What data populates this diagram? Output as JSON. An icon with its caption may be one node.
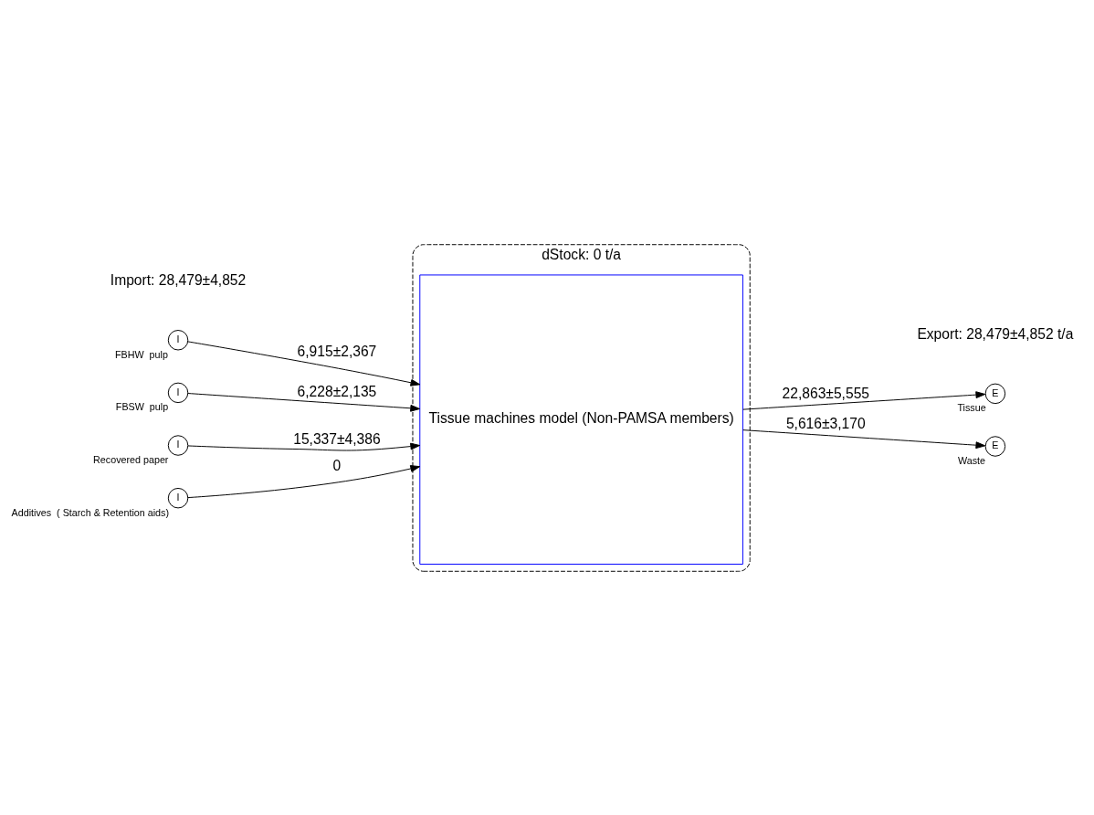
{
  "diagram": {
    "nodes": [
      {
        "text": [
          "dStock: 0 t/a"
        ]
      },
      {
        "text": [
          "Tissue machines model (Non-PAMSA members)"
        ],
        "in": 0
      },
      {
        "text": [
          "I"
        ],
        "beside": [
          "FBHW  pulp"
        ]
      },
      {
        "text": [
          "I"
        ],
        "beside": [
          "FBSW  pulp"
        ]
      },
      {
        "text": [
          "I"
        ],
        "beside": [
          "Recovered paper"
        ]
      },
      {
        "text": [
          "I"
        ],
        "beside": [
          "Additives  ( Starch & Retention aids)"
        ]
      },
      {
        "text": [
          "E"
        ],
        "beside": [
          "Tissue"
        ]
      },
      {
        "text": [
          "E"
        ],
        "beside": [
          "Waste"
        ]
      }
    ],
    "edges": [
      {
        "from": 2,
        "to": 1,
        "arrow": "to",
        "label": "6,915±2,367"
      },
      {
        "from": 3,
        "to": 1,
        "arrow": "to",
        "label": "6,228±2,135"
      },
      {
        "from": 4,
        "to": 1,
        "arrow": "to",
        "label": "15,337±4,386"
      },
      {
        "from": 5,
        "to": 1,
        "arrow": "to",
        "label": "0"
      },
      {
        "from": 1,
        "to": 6,
        "arrow": "to",
        "label": "22,863±5,555"
      },
      {
        "from": 1,
        "to": 7,
        "arrow": "to",
        "label": "5,616±3,170"
      }
    ],
    "labels": [
      "Import: 28,479±4,852",
      "Export: 28,479±4,852 t/a"
    ]
  }
}
